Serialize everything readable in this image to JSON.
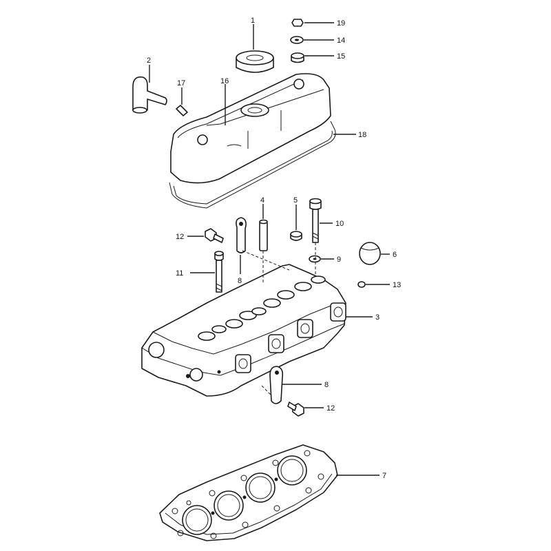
{
  "callouts": {
    "c1": "1",
    "c2": "2",
    "c3": "3",
    "c4": "4",
    "c5": "5",
    "c6": "6",
    "c7": "7",
    "c8a": "8",
    "c8b": "8",
    "c9": "9",
    "c10": "10",
    "c11": "11",
    "c12a": "12",
    "c12b": "12",
    "c13": "13",
    "c14": "14",
    "c15": "15",
    "c16": "16",
    "c17": "17",
    "c18": "18",
    "c19": "19"
  },
  "colors": {
    "line": "#1a1a1a",
    "background": "#ffffff"
  }
}
